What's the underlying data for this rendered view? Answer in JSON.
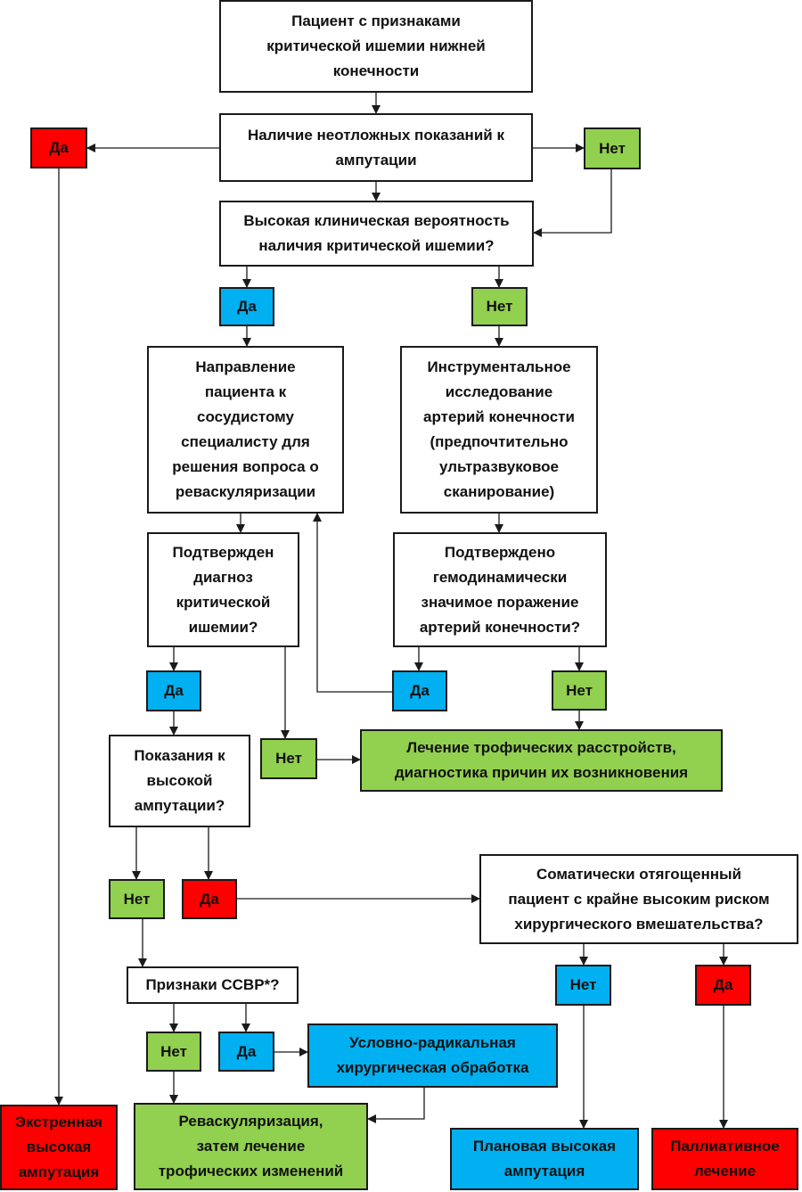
{
  "colors": {
    "red": "#ff0000",
    "green": "#92d050",
    "blue": "#00b0f0",
    "white": "#ffffff",
    "border": "#1a1a1a"
  },
  "nodes": {
    "start": "Пациент с признаками\nкритической ишемии нижней\nконечности",
    "urgent_q": "Наличие неотложных показаний к\nампутации",
    "urgent_yes": "Да",
    "urgent_no": "Нет",
    "clinical_q": "Высокая клиническая вероятность\nналичия критической ишемии?",
    "clinical_yes": "Да",
    "clinical_no": "Нет",
    "referral": "Направление\nпациента к\nсосудистому\nспециалисту для\nрешения вопроса о\nреваскуляризации",
    "instrumental": "Инструментальное\nисследование\nартерий конечности\n(предпочтительно\nультразвуковое\nсканирование)",
    "confirmed_diag_q": "Подтвержден\nдиагноз\nкритической\nишемии?",
    "confirmed_hemo_q": "Подтверждено\nгемодинамически\nзначимое поражение\nартерий конечности?",
    "diag_yes": "Да",
    "hemo_yes": "Да",
    "hemo_no": "Нет",
    "diag_no": "Нет",
    "trophic_treatment": "Лечение трофических расстройств,\nдиагностика причин их возникновения",
    "high_amp_q": "Показания к\nвысокой\nампутации?",
    "amp_no": "Нет",
    "amp_yes": "Да",
    "somatic_q": "Соматически отягощенный\nпациент с крайне высоким риском\nхирургического вмешательства?",
    "sirs_q": "Признаки ССВР*?",
    "somatic_no": "Нет",
    "somatic_yes": "Да",
    "sirs_no": "Нет",
    "sirs_yes": "Да",
    "radical": "Условно-радикальная\nхирургическая обработка",
    "emergency_amp": "Экстренная\nвысокая\nампутация",
    "revasc": "Реваскуляризация,\nзатем лечение\nтрофических изменений",
    "planned_amp": "Плановая высокая\nампутация",
    "palliative": "Паллиативное\nлечение"
  }
}
